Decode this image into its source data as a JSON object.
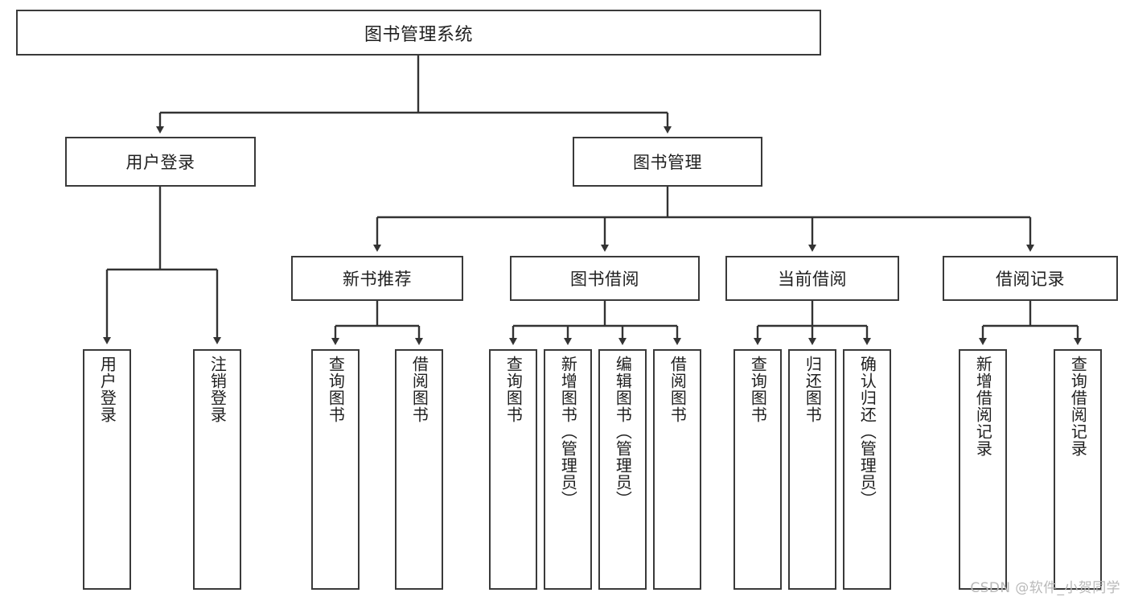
{
  "diagram": {
    "title": "图书管理系统",
    "type": "tree-hierarchy",
    "watermark": "CSDN @软件_小贺同学",
    "colors": {
      "box_border": "#3a3a3a",
      "box_fill": "#ffffff",
      "edge": "#333333",
      "text": "#1f1f1f",
      "watermark": "#b9b9b9",
      "background": "#ffffff"
    },
    "root": {
      "label": "图书管理系统"
    },
    "level1": [
      {
        "label": "用户登录"
      },
      {
        "label": "图书管理"
      }
    ],
    "level2": [
      {
        "label": "新书推荐"
      },
      {
        "label": "图书借阅"
      },
      {
        "label": "当前借阅"
      },
      {
        "label": "借阅记录"
      }
    ],
    "leaves": {
      "user_login": [
        {
          "label": "用户登录"
        },
        {
          "label": "注销登录"
        }
      ],
      "new_book_recommend": [
        {
          "label": "查询图书"
        },
        {
          "label": "借阅图书"
        }
      ],
      "book_borrow": [
        {
          "label": "查询图书"
        },
        {
          "label": "新增图书（管理员）"
        },
        {
          "label": "编辑图书（管理员）"
        },
        {
          "label": "借阅图书"
        }
      ],
      "current_borrow": [
        {
          "label": "查询图书"
        },
        {
          "label": "归还图书"
        },
        {
          "label": "确认归还（管理员）"
        }
      ],
      "borrow_record": [
        {
          "label": "新增借阅记录"
        },
        {
          "label": "查询借阅记录"
        }
      ]
    }
  }
}
